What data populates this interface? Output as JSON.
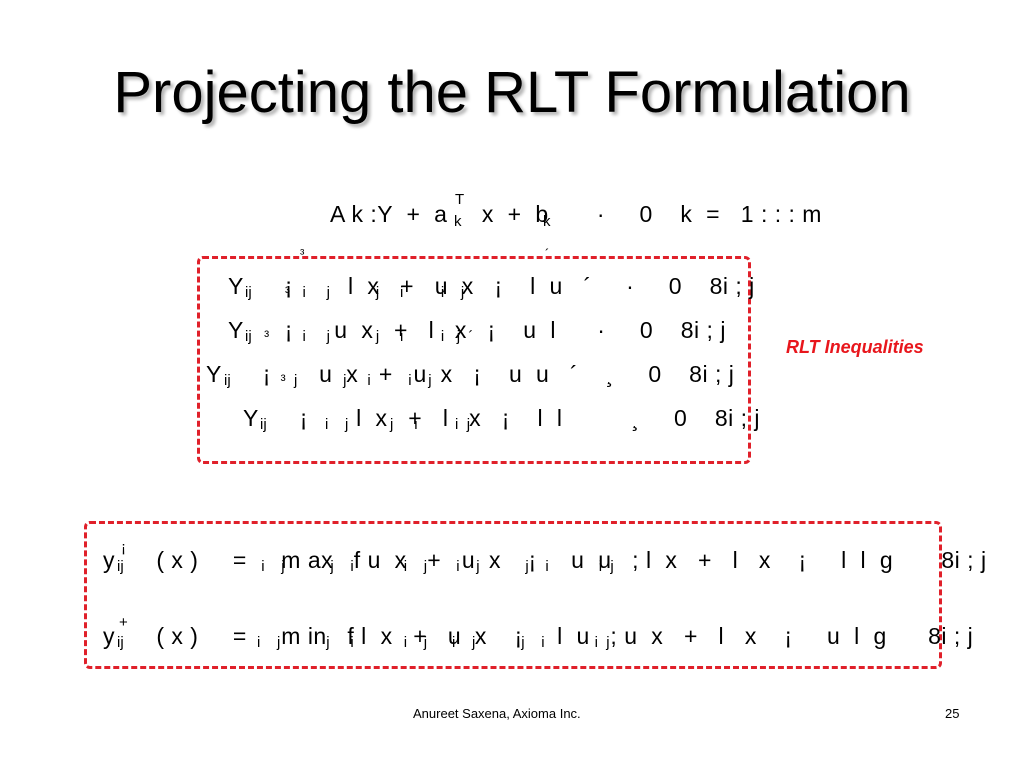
{
  "slide": {
    "title": "Projecting the RLT Formulation",
    "side_label": "RLT Inequalities",
    "footer": "Anureet Saxena, Axioma Inc.",
    "page_number": "25",
    "accent_color": "#e0202a"
  },
  "equations": {
    "e0": "A k :Y  +  a     x  +  b       ·     0    k  =   1 : : : m",
    "e0_sup": "T",
    "e0_sub1": "k",
    "e0_sub2": "k",
    "e1": "Y      ¡        l  x   +   u  x   ¡    l  u   ´     ·     0    8i ; j",
    "e1_sub": "ij        ³   i     j           j     i         i    j",
    "e2": "Y      ¡      u  x   +   l   x   ¡    u  l      ·     0    8i ; j",
    "e2_sub": "ij   ³        i     j           j     i         i   j  ´",
    "e3": "Y      ¡       u  x   +   u  x   ¡    u  u   ´    ¸     0    8i ; j",
    "e3_sub": "ij            ³  j           j     i         i    j",
    "e4": "Y      ¡       l  x   +   l   x   ¡    l  l          ¸     0    8i ; j",
    "e4_sub": "ij              i    j          j     i         i  j",
    "m1": "y      ( x )     =     m ax   f u  x   +   u  x    ¡     u  u   ; l  x   +   l   x    ¡     l  l  g       8i ; j",
    "m1_sub": "ij                                 i    j           j    i            i    j       i    j           j    i            i  j",
    "m1_sup": "¡",
    "m2": "y      ( x )     =     m in   f l  x   +   u  x    ¡     l  u   ; u  x   +   l   x    ¡     u  l  g      8i ; j",
    "m2_sub": "ij                                i    j           j     i            i    j      i    j           j    i            i  j",
    "m2_sup": "+",
    "glyph_cube": "³",
    "glyph_acute": "´"
  }
}
